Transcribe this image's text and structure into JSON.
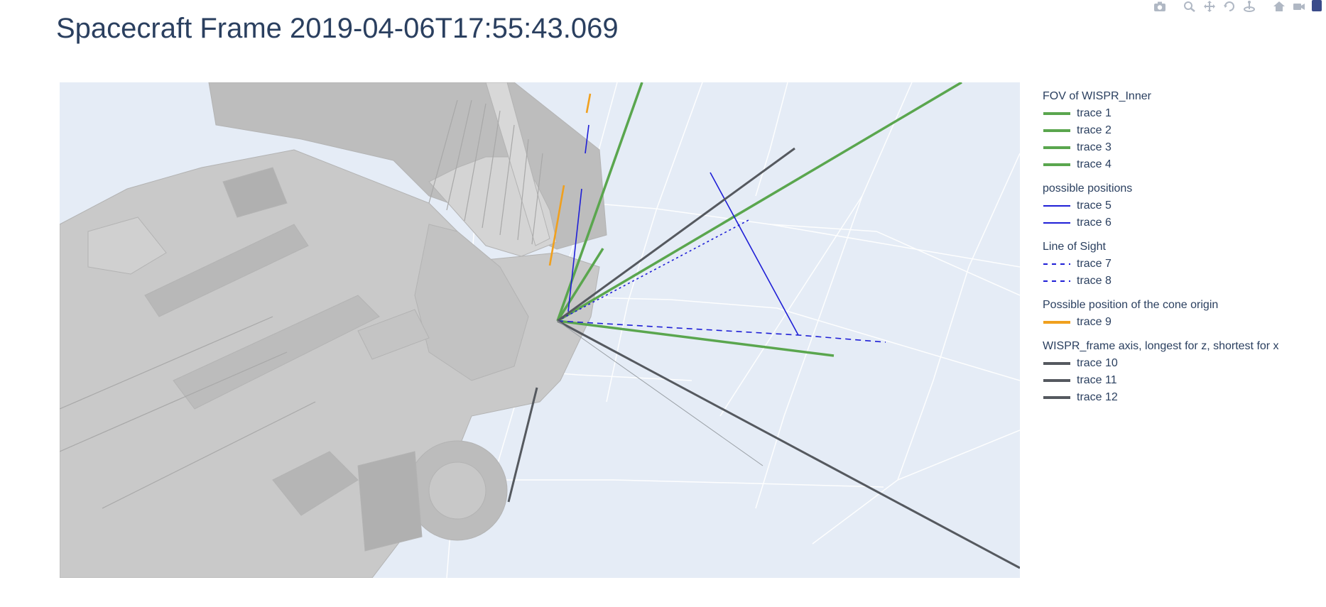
{
  "title": "Spacecraft Frame 2019-04-06T17:55:43.069",
  "modebar": {
    "buttons": [
      "camera-icon",
      "zoom-icon",
      "pan-icon",
      "orbit-icon",
      "turntable-icon",
      "home-icon",
      "camera-last-save-icon",
      "plotly-logo"
    ]
  },
  "colors": {
    "fov": "#5aa64e",
    "positions": "#1f1fd6",
    "los": "#1f1fd6",
    "cone": "#f0a01e",
    "axis": "#55595f",
    "scene_bg": "#e5ecf6",
    "grid": "#ffffff",
    "spacecraft": "#c9c9c9"
  },
  "legend": [
    {
      "title": "FOV of WISPR_Inner",
      "style": "fov",
      "items": [
        "trace 1",
        "trace 2",
        "trace 3",
        "trace 4"
      ]
    },
    {
      "title": "possible positions",
      "style": "positions",
      "items": [
        "trace 5",
        "trace 6"
      ]
    },
    {
      "title": "Line of Sight",
      "style": "los",
      "items": [
        "trace 7",
        "trace 8"
      ]
    },
    {
      "title": "Possible position of the cone origin",
      "style": "cone",
      "items": [
        "trace 9"
      ]
    },
    {
      "title": "WISPR_frame axis, longest for z, shortest for x",
      "style": "axis",
      "items": [
        "trace 10",
        "trace 11",
        "trace 12"
      ]
    }
  ],
  "chart_data": {
    "type": "scatter3d",
    "title": "Spacecraft Frame 2019-04-06T17:55:43.069",
    "series": [
      {
        "name": "trace 1",
        "group": "FOV of WISPR_Inner"
      },
      {
        "name": "trace 2",
        "group": "FOV of WISPR_Inner"
      },
      {
        "name": "trace 3",
        "group": "FOV of WISPR_Inner"
      },
      {
        "name": "trace 4",
        "group": "FOV of WISPR_Inner"
      },
      {
        "name": "trace 5",
        "group": "possible positions"
      },
      {
        "name": "trace 6",
        "group": "possible positions"
      },
      {
        "name": "trace 7",
        "group": "Line of Sight"
      },
      {
        "name": "trace 8",
        "group": "Line of Sight"
      },
      {
        "name": "trace 9",
        "group": "Possible position of the cone origin"
      },
      {
        "name": "trace 10",
        "group": "WISPR_frame axis, longest for z, shortest for x"
      },
      {
        "name": "trace 11",
        "group": "WISPR_frame axis, longest for z, shortest for x"
      },
      {
        "name": "trace 12",
        "group": "WISPR_frame axis, longest for z, shortest for x"
      }
    ],
    "grid": true,
    "legend_position": "right"
  }
}
